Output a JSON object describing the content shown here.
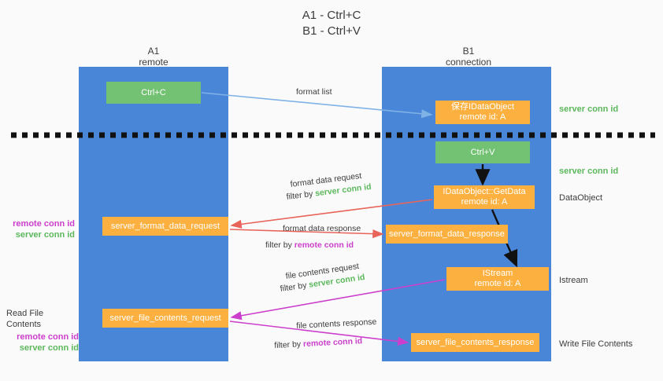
{
  "title": {
    "line1": "A1 - Ctrl+C",
    "line2": "B1 - Ctrl+V"
  },
  "lanes": {
    "left": {
      "name": "A1",
      "role": "remote"
    },
    "right": {
      "name": "B1",
      "role": "connection"
    }
  },
  "boxes": {
    "ctrl_c": {
      "label": "Ctrl+C",
      "color": "#73c273"
    },
    "save_dataobject": {
      "line1": "保存IDataObject",
      "line2": "remote id: A",
      "color": "#fbb03f"
    },
    "ctrl_v": {
      "label": "Ctrl+V",
      "color": "#73c273"
    },
    "getdata": {
      "line1": "IDataObject::GetData",
      "line2": "remote id: A",
      "color": "#fbb03f"
    },
    "server_format_data_request": {
      "label": "server_format_data_request",
      "color": "#fbb03f"
    },
    "server_format_data_response": {
      "label": "server_format_data_response",
      "color": "#fbb03f"
    },
    "istream": {
      "line1": "IStream",
      "line2": "remote id: A",
      "color": "#fbb03f"
    },
    "server_file_contents_request": {
      "label": "server_file_contents_request",
      "color": "#fbb03f"
    },
    "server_file_contents_response": {
      "label": "server_file_contents_response",
      "color": "#fbb03f"
    }
  },
  "right_labels": {
    "conn_id_top": "server conn id",
    "conn_id_mid": "server conn id",
    "dataobject": "DataObject",
    "istream": "Istream",
    "write_file_contents": "Write File Contents"
  },
  "left_labels": {
    "read_file_contents": "Read File Contents",
    "remote_conn_id": "remote conn id",
    "server_conn_id": "server conn id"
  },
  "captions": {
    "format_list": "format list",
    "format_data_request": "format data request",
    "format_data_request_filter_prefix": "filter by ",
    "format_data_request_filter_value": "server conn id",
    "format_data_response": "format data response",
    "format_data_response_filter_prefix": "filter by ",
    "format_data_response_filter_value": "remote conn id",
    "file_contents_request": "file contents request",
    "file_contents_request_filter_prefix": "filter by ",
    "file_contents_request_filter_value": "server conn id",
    "file_contents_response": "file contents response",
    "file_contents_response_filter_prefix": "filter by ",
    "file_contents_response_filter_value": "remote conn id"
  },
  "colors": {
    "lane": "#4a86d8",
    "green_text": "#5cb85c",
    "magenta_text": "#cc3fcc",
    "orange_box": "#fbb03f",
    "green_box": "#73c273",
    "blue_arrow": "#7fb2e5",
    "red_arrow": "#e8645a",
    "black": "#000000",
    "background": "#fafafa"
  }
}
